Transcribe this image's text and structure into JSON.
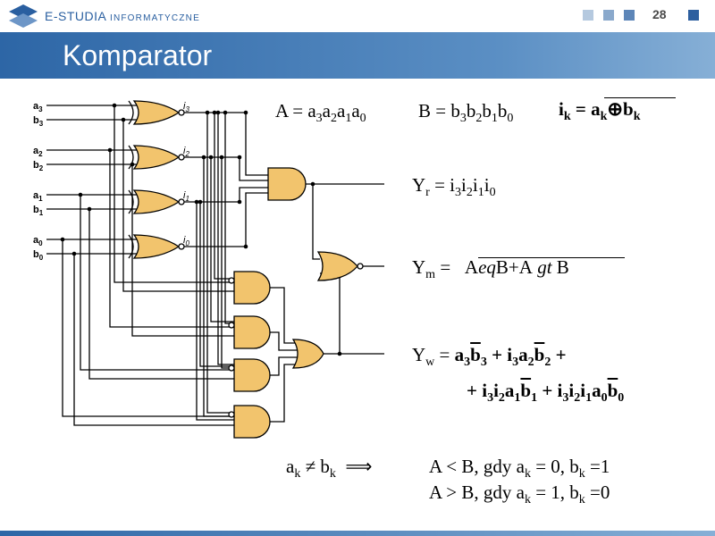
{
  "header": {
    "logo_main": "E-STUDIA",
    "logo_sub": "INFORMATYCZNE",
    "page_number": "28",
    "square_colors": [
      "#b5c9df",
      "#8aa9cc",
      "#5d86b8",
      "#2d5f9f"
    ]
  },
  "slide": {
    "title": "Komparator"
  },
  "circuit": {
    "inputs": [
      {
        "base": "a",
        "sub": "3"
      },
      {
        "base": "b",
        "sub": "3"
      },
      {
        "base": "a",
        "sub": "2"
      },
      {
        "base": "b",
        "sub": "2"
      },
      {
        "base": "a",
        "sub": "1"
      },
      {
        "base": "b",
        "sub": "1"
      },
      {
        "base": "a",
        "sub": "0"
      },
      {
        "base": "b",
        "sub": "0"
      }
    ],
    "xnor_outputs": [
      {
        "base": "i",
        "sub": "3"
      },
      {
        "base": "i",
        "sub": "2"
      },
      {
        "base": "i",
        "sub": "1"
      },
      {
        "base": "i",
        "sub": "0"
      }
    ],
    "gate_color": "#f2c46d"
  },
  "equations": {
    "a_def": {
      "lhs": "A = a",
      "s1": "3",
      "s2": "2",
      "s3": "1",
      "s4": "0",
      "vars": [
        "a",
        "a",
        "a"
      ]
    },
    "b_def": {
      "lhs": "B = b",
      "s1": "3",
      "s2": "2",
      "s3": "1",
      "s4": "0",
      "vars": [
        "b",
        "b",
        "b"
      ]
    },
    "ik": {
      "lhs": "i",
      "lhs_sub": "k",
      "eq": " = ",
      "a": "a",
      "a_sub": "k",
      "op": "⊕",
      "b": "b",
      "b_sub": "k"
    },
    "yr": {
      "lhs": "Y",
      "lhs_sub": "r",
      "rhs": " = i",
      "s1": "3",
      "s2": "2",
      "s3": "1",
      "s4": "0",
      "i": "i"
    },
    "ym": {
      "lhs": "Y",
      "lhs_sub": "m",
      "eq": " = ",
      "A1": "A",
      "op1": "eq",
      "B1": "B",
      "plus": "+",
      "A2": "A",
      "op2": "gt",
      "B2": "B"
    },
    "yw": {
      "lhs": "Y",
      "lhs_sub": "w",
      "eq": " = "
    },
    "cond": {
      "lhs_a": "a",
      "lhs_a_sub": "k",
      "neq": " ≠ ",
      "lhs_b": "b",
      "lhs_b_sub": "k",
      "implies": "⟹",
      "line1_pre": "A < B, gdy a",
      "line1_s1": "k",
      "line1_mid": " = 0, b",
      "line1_s2": "k",
      "line1_post": " =1",
      "line2_pre": "A > B, gdy a",
      "line2_s1": "k",
      "line2_mid": " = 1, b",
      "line2_s2": "k",
      "line2_post": " =0"
    }
  }
}
